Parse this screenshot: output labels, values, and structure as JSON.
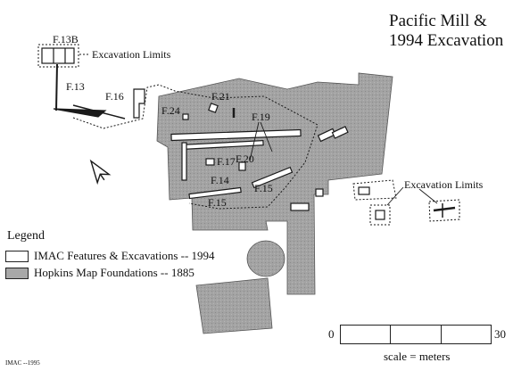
{
  "title": {
    "line1": "Pacific Mill &",
    "line2": "1994 Excavation"
  },
  "labels": {
    "f13b": "F.13B",
    "excavation_limits_top": "Excavation Limits",
    "f13": "F.13",
    "f16": "F.16",
    "f21": "F.21",
    "f24": "F.24",
    "f19": "F.19",
    "f17": "F.17",
    "f20": "F.20",
    "f14": "F.14",
    "f15_a": "F.15",
    "f15_b": "F.15",
    "excavation_limits_right": "Excavation Limits"
  },
  "legend": {
    "title": "Legend",
    "items": [
      {
        "label": "IMAC Features & Excavations -- 1994",
        "fill": "#ffffff"
      },
      {
        "label": "Hopkins Map Foundations -- 1885",
        "fill": "#a8a8a8"
      }
    ]
  },
  "scale": {
    "min_label": "0",
    "max_label": "30",
    "caption": "scale = meters",
    "segments": 3
  },
  "credit": "IMAC --1995",
  "colors": {
    "foundation": "#9a9a9a",
    "feature": "#ffffff",
    "ink": "#1a1a1a"
  },
  "icons": {
    "north_arrow": "north-arrow-icon"
  }
}
